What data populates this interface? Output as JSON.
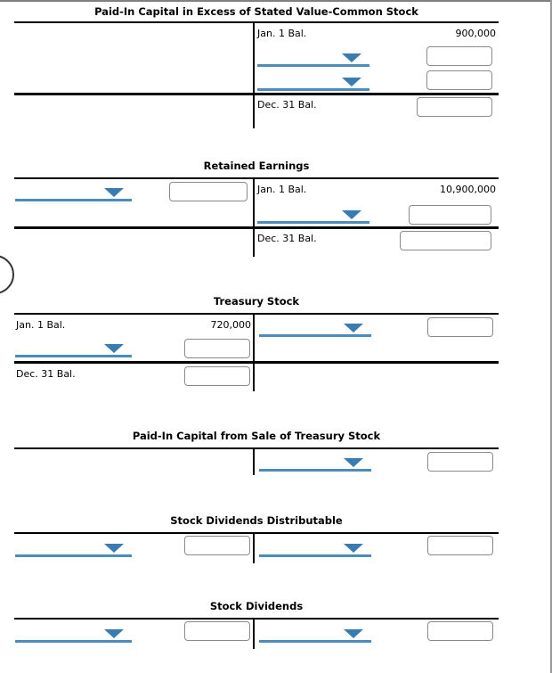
{
  "colors": {
    "dropdown_underline": "#4d8cba",
    "dropdown_arrow": "#3a7cb1",
    "rule_black": "#000000",
    "input_border": "#8a8a8a",
    "page_edge_gray": "#9a9a9a"
  },
  "accounts": [
    {
      "title": "Paid-In Capital in Excess of Stated Value-Common Stock",
      "credit": {
        "beginning": {
          "label": "Jan. 1 Bal.",
          "amount": "900,000"
        },
        "entries": [
          {
            "dropdown_value": "",
            "amount_value": ""
          },
          {
            "dropdown_value": "",
            "amount_value": ""
          }
        ],
        "ending": {
          "label": "Dec. 31 Bal.",
          "amount_value": ""
        }
      }
    },
    {
      "title": "Retained Earnings",
      "debit": {
        "entries": [
          {
            "dropdown_value": "",
            "amount_value": ""
          }
        ]
      },
      "credit": {
        "beginning": {
          "label": "Jan. 1 Bal.",
          "amount": "10,900,000"
        },
        "entries": [
          {
            "dropdown_value": "",
            "amount_value": ""
          }
        ],
        "ending": {
          "label": "Dec. 31 Bal.",
          "amount_value": ""
        }
      }
    },
    {
      "title": "Treasury Stock",
      "debit": {
        "beginning": {
          "label": "Jan. 1 Bal.",
          "amount": "720,000"
        },
        "entries": [
          {
            "dropdown_value": "",
            "amount_value": ""
          }
        ],
        "ending": {
          "label": "Dec. 31 Bal.",
          "amount_value": ""
        }
      },
      "credit": {
        "entries": [
          {
            "dropdown_value": "",
            "amount_value": ""
          }
        ]
      }
    },
    {
      "title": "Paid-In Capital from Sale of Treasury Stock",
      "credit": {
        "entries": [
          {
            "dropdown_value": "",
            "amount_value": ""
          }
        ]
      }
    },
    {
      "title": "Stock Dividends Distributable",
      "debit": {
        "entries": [
          {
            "dropdown_value": "",
            "amount_value": ""
          }
        ]
      },
      "credit": {
        "entries": [
          {
            "dropdown_value": "",
            "amount_value": ""
          }
        ]
      }
    },
    {
      "title": "Stock Dividends",
      "debit": {
        "entries": [
          {
            "dropdown_value": "",
            "amount_value": ""
          }
        ]
      },
      "credit": {
        "entries": [
          {
            "dropdown_value": "",
            "amount_value": ""
          }
        ]
      }
    }
  ]
}
